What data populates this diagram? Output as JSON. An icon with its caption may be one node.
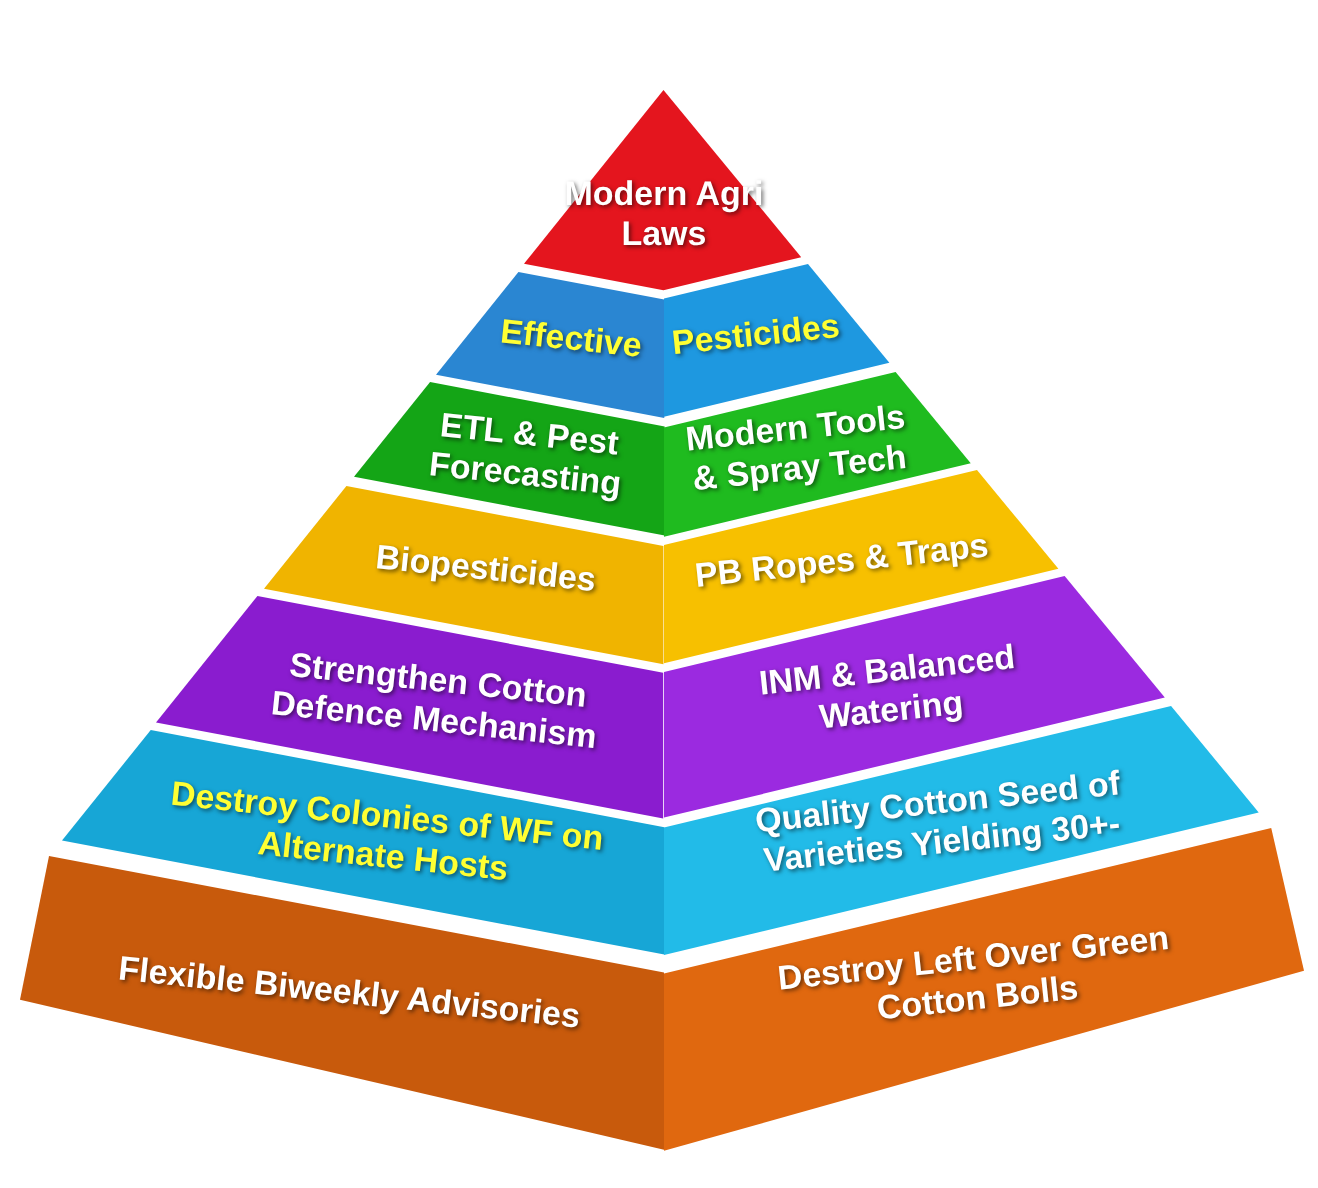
{
  "diagram": {
    "nodes": [
      {
        "text": [
          "Modern Agri Laws"
        ]
      },
      {
        "text": [
          "Effective"
        ]
      },
      {
        "text": [
          "Pesticides"
        ]
      },
      {
        "text": [
          "ETL & Pest Forecasting"
        ]
      },
      {
        "text": [
          "Modern Tools & Spray Tech"
        ]
      },
      {
        "text": [
          "Biopesticides"
        ]
      },
      {
        "text": [
          "PB Ropes & Traps"
        ]
      },
      {
        "text": [
          "Strengthen Cotton Defence Mechanism"
        ]
      },
      {
        "text": [
          "INM & Balanced Watering"
        ]
      },
      {
        "text": [
          "Destroy Colonies of WF on Alternate Hosts"
        ]
      },
      {
        "text": [
          "Quality Cotton Seed of Varieties Yielding 30+-"
        ]
      },
      {
        "text": [
          "Flexible Biweekly Advisories"
        ]
      },
      {
        "text": [
          "Destroy Left Over Green Cotton Bolls"
        ]
      }
    ]
  }
}
